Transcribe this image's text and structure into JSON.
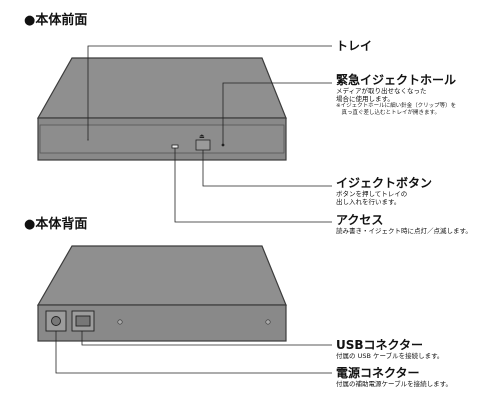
{
  "front": {
    "title": "●本体前面",
    "tray": {
      "label": "トレイ"
    },
    "emergency_eject": {
      "label": "緊急イジェクトホール",
      "desc_lines": [
        "メディアが取り出せなくなった",
        "場合に使用します。"
      ],
      "note_lines": [
        "※イジェクトホールに細い針金（クリップ等）を",
        "　真っ直ぐ差し込むとトレイが開きます。"
      ]
    },
    "eject_button": {
      "label": "イジェクトボタン",
      "desc_lines": [
        "ボタンを押してトレイの",
        "出し入れを行います。"
      ]
    },
    "access": {
      "label": "アクセス",
      "desc_lines": [
        "読み書き・イジェクト時に点灯／点滅します。"
      ]
    }
  },
  "back": {
    "title": "●本体背面",
    "usb_connector": {
      "label": "USBコネクター",
      "desc_lines": [
        "付属の USB ケーブルを接続します。"
      ]
    },
    "power_connector": {
      "label": "電源コネクター",
      "desc_lines": [
        "付属の補助電源ケーブルを接続します。"
      ]
    }
  },
  "colors": {
    "device_top": "#8f8f8f",
    "device_front": "#8a8a8a",
    "outline": "#3c3c3c",
    "leader": "#222222"
  }
}
